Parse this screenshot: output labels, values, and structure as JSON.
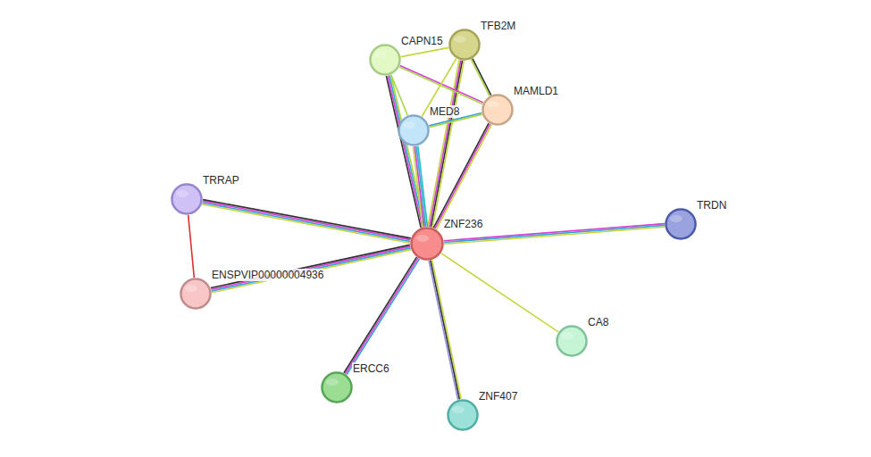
{
  "diagram": {
    "nodes": [
      {
        "text": [
          "TFB2M"
        ]
      },
      {
        "text": [
          "CAPN15"
        ]
      },
      {
        "text": [
          "MED8"
        ]
      },
      {
        "text": [
          "MAMLD1"
        ]
      },
      {
        "text": [
          "TRRAP"
        ]
      },
      {
        "text": [
          "ZNF236"
        ]
      },
      {
        "text": [
          "TRDN"
        ]
      },
      {
        "text": [
          "ENSPVIP00000004936"
        ]
      },
      {
        "text": [
          "CA8"
        ]
      },
      {
        "text": [
          "ERCC6"
        ]
      },
      {
        "text": [
          "ZNF407"
        ]
      }
    ],
    "edges": [
      {
        "from": 5,
        "to": 0,
        "arrow": "none"
      },
      {
        "from": 5,
        "to": 1,
        "arrow": "none"
      },
      {
        "from": 5,
        "to": 2,
        "arrow": "none"
      },
      {
        "from": 5,
        "to": 3,
        "arrow": "none"
      },
      {
        "from": 5,
        "to": 4,
        "arrow": "none"
      },
      {
        "from": 5,
        "to": 7,
        "arrow": "none"
      },
      {
        "from": 5,
        "to": 6,
        "arrow": "none"
      },
      {
        "from": 5,
        "to": 8,
        "arrow": "none"
      },
      {
        "from": 5,
        "to": 9,
        "arrow": "none"
      },
      {
        "from": 5,
        "to": 10,
        "arrow": "none"
      },
      {
        "from": 4,
        "to": 7,
        "arrow": "none"
      },
      {
        "from": 1,
        "to": 0,
        "arrow": "none"
      },
      {
        "from": 1,
        "to": 3,
        "arrow": "none"
      },
      {
        "from": 1,
        "to": 2,
        "arrow": "none"
      },
      {
        "from": 0,
        "to": 3,
        "arrow": "none"
      },
      {
        "from": 0,
        "to": 2,
        "arrow": "none"
      },
      {
        "from": 2,
        "to": 3,
        "arrow": "none"
      }
    ]
  }
}
